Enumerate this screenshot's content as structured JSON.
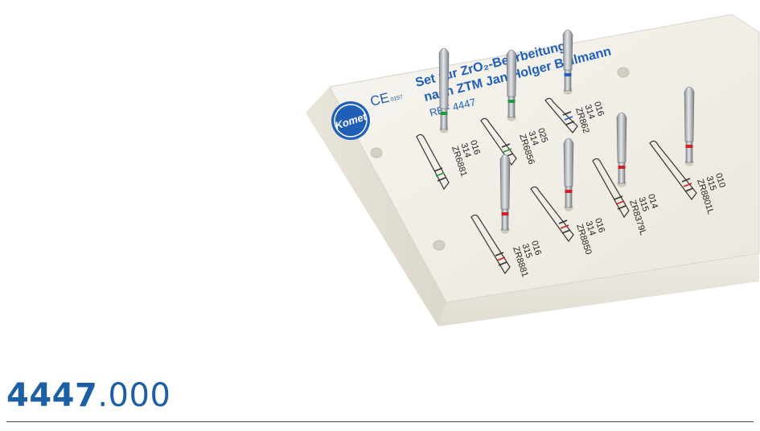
{
  "product": {
    "number_bold": "4447",
    "number_suffix": ".000"
  },
  "box": {
    "title_line1": "Set zur ZrO₂-Bearbeitung",
    "title_line2": "nach ZTM Jan-Holger Bellmann",
    "ref": "REF 4447",
    "ce_mark": "CE",
    "ce_number": "0197",
    "logo_text": "Komet"
  },
  "instruments": [
    {
      "code": "ZR6881",
      "shank": "314",
      "size": "016",
      "ring_color": "#1f9a3a"
    },
    {
      "code": "ZR6856",
      "shank": "314",
      "size": "025",
      "ring_color": "#1f9a3a"
    },
    {
      "code": "ZR862",
      "shank": "314",
      "size": "016",
      "ring_color": "#1f5fc0"
    },
    {
      "code": "ZR8881",
      "shank": "315",
      "size": "016",
      "ring_color": "#d0202a"
    },
    {
      "code": "ZR8850",
      "shank": "314",
      "size": "016",
      "ring_color": "#d0202a"
    },
    {
      "code": "ZR8379L",
      "shank": "315",
      "size": "014",
      "ring_color": "#d0202a"
    },
    {
      "code": "ZR8801L",
      "shank": "315",
      "size": "010",
      "ring_color": "#d0202a"
    }
  ],
  "colors": {
    "accent_blue": "#1d5fa3",
    "box_face": "#f4f1ea",
    "box_side": "#e6e2d8"
  }
}
